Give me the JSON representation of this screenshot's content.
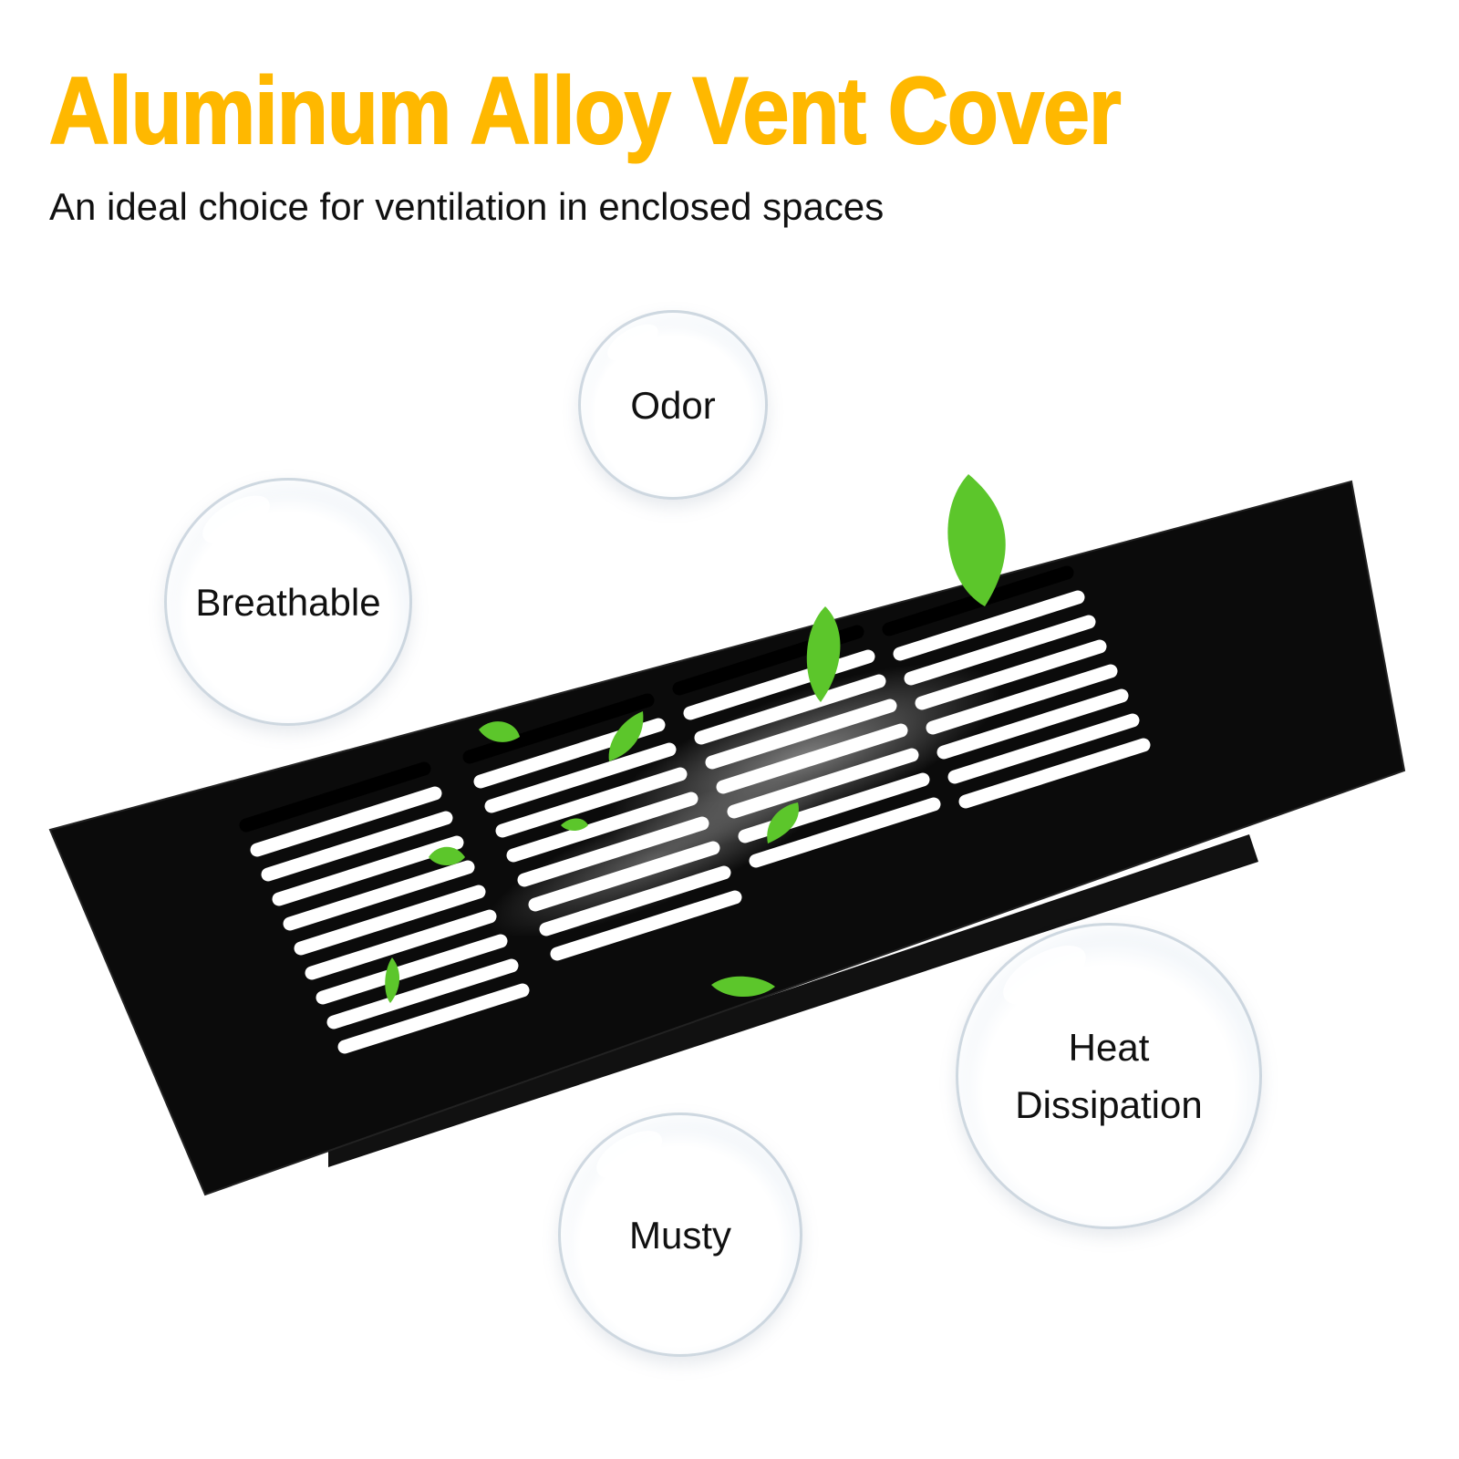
{
  "title": "Aluminum Alloy Vent Cover",
  "subtitle": "An ideal choice for ventilation in enclosed spaces",
  "features": {
    "odor": "Odor",
    "breathable": "Breathable",
    "heat": "Heat\nDissipation",
    "musty": "Musty"
  },
  "colors": {
    "title": "#ffb800",
    "vent": "#0b0b0b",
    "leaf": "#5cc62b"
  },
  "icons": [
    "vent-cover-illustration",
    "leaf-icon",
    "airflow-swirl"
  ]
}
